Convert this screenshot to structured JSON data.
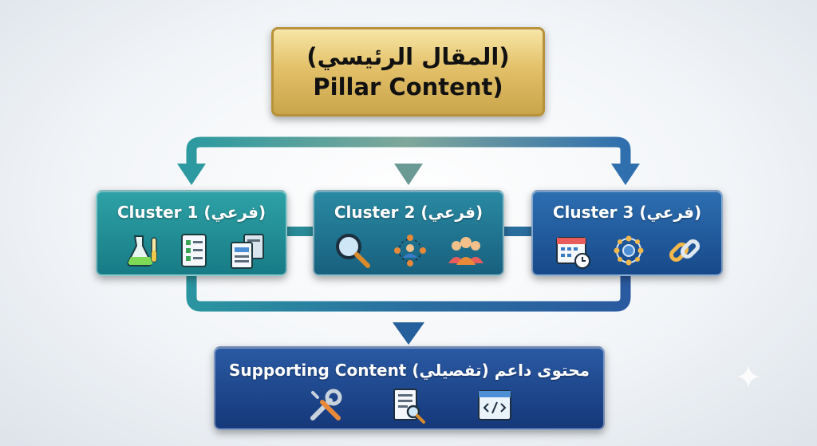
{
  "pillar": {
    "line1": "(المقال الرئيسي)",
    "line2": "Pillar Content)"
  },
  "clusters": [
    {
      "title": "Cluster 1 (فرعي)",
      "icons": [
        "lab-flask-icon",
        "checklist-document-icon",
        "documents-stack-icon"
      ]
    },
    {
      "title": "Cluster 2 (فرعي)",
      "icons": [
        "magnifier-search-icon",
        "network-people-icon",
        "user-group-icon"
      ]
    },
    {
      "title": "Cluster 3 (فرعي)",
      "icons": [
        "calendar-clock-icon",
        "network-hub-icon",
        "chain-link-icon"
      ]
    }
  ],
  "support": {
    "title": "محتوى داعم (تفصيلي) Supporting Content",
    "icons": [
      "tools-wrench-screwdriver-icon",
      "document-search-icon",
      "code-window-icon"
    ]
  },
  "colors": {
    "gold": "#e3c16a",
    "teal": "#177b86",
    "blue": "#17498a",
    "navy": "#15387a"
  }
}
